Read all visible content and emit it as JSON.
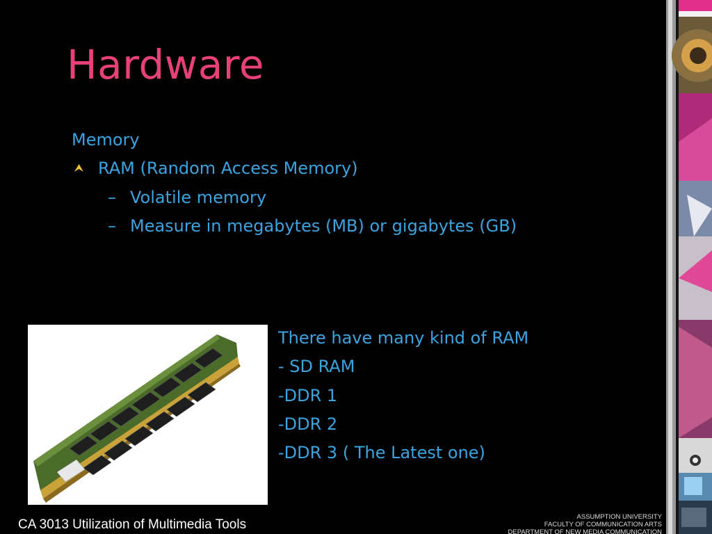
{
  "slide": {
    "title": "Hardware",
    "heading": "Memory",
    "bullet": "RAM (Random Access Memory)",
    "dash_glyph": "–",
    "sub_items": [
      "Volatile memory",
      "Measure in megabytes (MB) or gigabytes (GB)"
    ],
    "kinds": [
      "There have many kind of RAM",
      "- SD RAM",
      "-DDR 1",
      "-DDR 2",
      "-DDR 3 ( The Latest one)"
    ]
  },
  "footer": {
    "course": "CA 3013 Utilization of Multimedia Tools",
    "institution": [
      "ASSUMPTION UNIVERSITY",
      "FACULTY OF COMMUNICATION ARTS",
      "DEPARTMENT OF NEW MEDIA COMMUNICATION"
    ]
  },
  "colors": {
    "title": "#e8407a",
    "body_text": "#3aa3e0",
    "bullet": "#f2c230",
    "background": "#000000",
    "sidebar_accent": "#e0308a"
  },
  "icons": {
    "bullet": "triangle-bullet-icon",
    "image": "ram-module-image",
    "sidebar": "decorative-collage-strip"
  }
}
